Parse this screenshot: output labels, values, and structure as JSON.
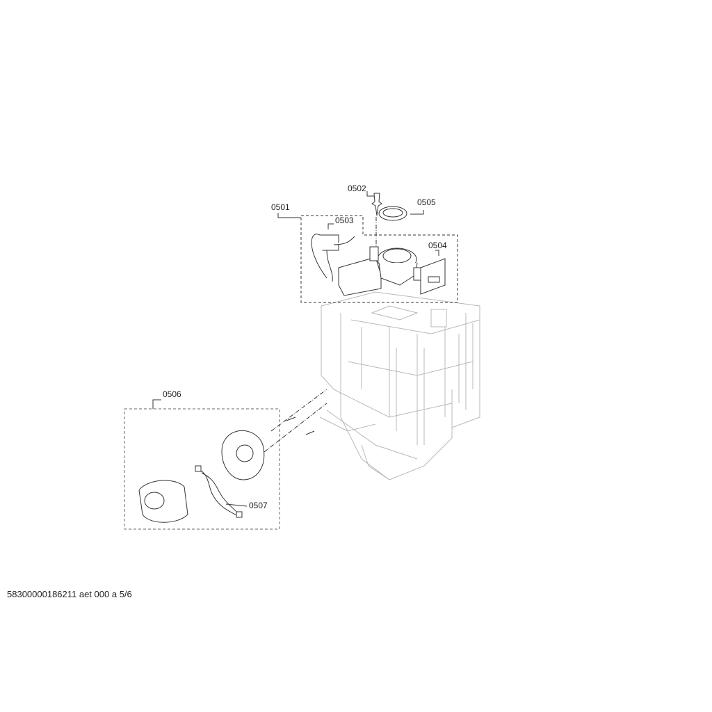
{
  "diagram": {
    "part_labels": {
      "p0501": "0501",
      "p0502": "0502",
      "p0503": "0503",
      "p0504": "0504",
      "p0505": "0505",
      "p0506": "0506",
      "p0507": "0507"
    },
    "footer": "58300000186211 aet 000 a 5/6"
  }
}
